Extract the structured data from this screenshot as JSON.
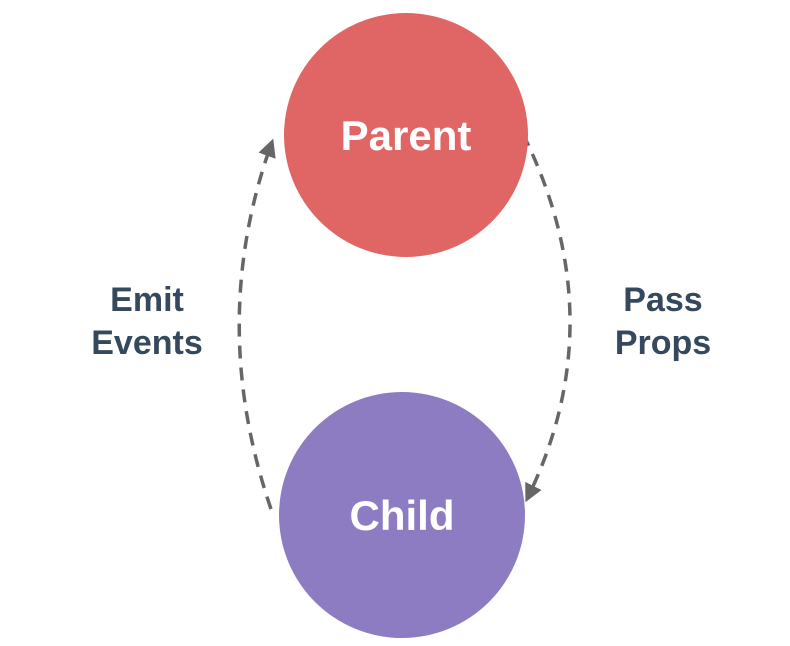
{
  "diagram": {
    "title_semantic": "parent-child component communication",
    "background_color": "#ffffff",
    "arrow_color": "#666666",
    "label_color": "#35495e",
    "nodes": {
      "parent": {
        "label": "Parent",
        "fill": "#e06666",
        "text_color": "#ffffff"
      },
      "child": {
        "label": "Child",
        "fill": "#8e7cc3",
        "text_color": "#ffffff"
      }
    },
    "edges": {
      "emit_events": {
        "line1": "Emit",
        "line2": "Events",
        "direction": "child-to-parent"
      },
      "pass_props": {
        "line1": "Pass",
        "line2": "Props",
        "direction": "parent-to-child"
      }
    }
  }
}
